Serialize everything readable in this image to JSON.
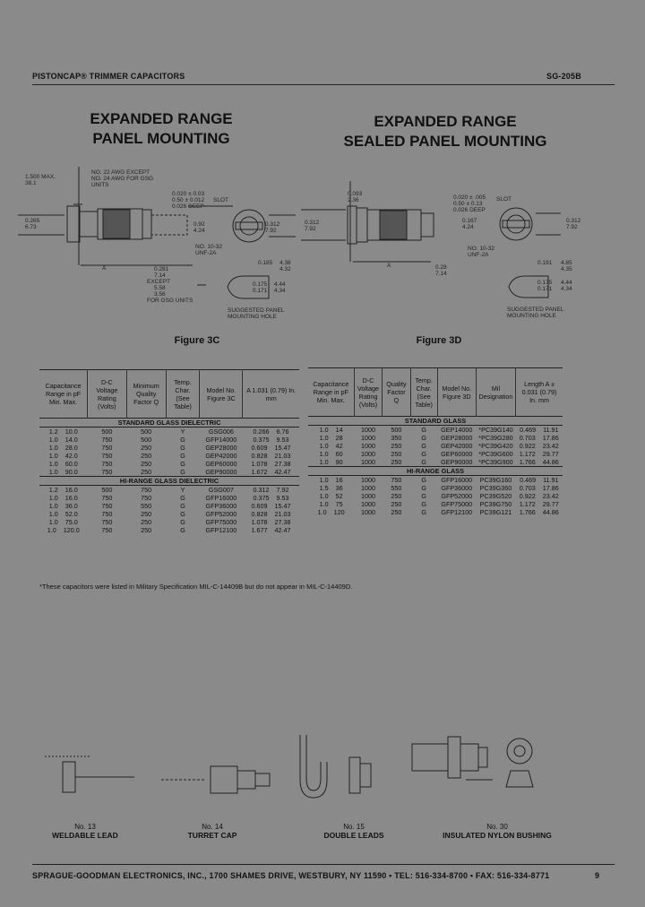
{
  "header": {
    "left": "PISTONCAP® TRIMMER CAPACITORS",
    "right": "SG-205B"
  },
  "left_panel": {
    "title_line1": "EXPANDED RANGE",
    "title_line2": "PANEL MOUNTING",
    "figure": "Figure 3C",
    "dims": [
      "1.500 MAX.",
      "38.1",
      "0.265",
      "6.73",
      "NO. 22 AWG EXCEPT",
      "NO. 24 AWG FOR GSG",
      "UNITS",
      "0.020 ± 0.03",
      "0.50 ± 0.012",
      "0.026 DEEP",
      "SLOT",
      "0.312",
      "7.92",
      "0.92",
      "4.24",
      "NO. 10-32",
      "UNF-2A",
      "A",
      "0.281",
      "7.14",
      "EXCEPT",
      "5.58",
      "3.56",
      "FOR GSG UNITS",
      "0.175",
      "4.44",
      "0.171",
      "4.34",
      "0.185",
      "4.38",
      "4.32",
      "SUGGESTED PANEL",
      "MOUNTING HOLE"
    ]
  },
  "right_panel": {
    "title_line1": "EXPANDED RANGE",
    "title_line2": "SEALED PANEL MOUNTING",
    "figure": "Figure 3D",
    "dims": [
      "0.093",
      "2.36",
      "0.020 ± .005",
      "0.50 ± 0.13",
      "0.026 DEEP",
      "SLOT",
      "0.312",
      "7.92",
      "0.167",
      "4.24",
      "NO. 10-32",
      "UNF-2A",
      "A",
      "0.28",
      "7.14",
      "0.191",
      "4.85",
      "4.35",
      "0.175",
      "4.44",
      "0.171",
      "4.34",
      "SUGGESTED PANEL",
      "MOUNTING HOLE"
    ]
  },
  "table_3c": {
    "headers": [
      "Capacitance Range in pF Min. Max.",
      "D-C Voltage Rating (Volts)",
      "Minimum Quality Factor Q",
      "Temp. Char. (See Table)",
      "Model No. Figure 3C",
      "A 1.031 (0.79) In. mm"
    ],
    "sections": [
      {
        "name": "STANDARD GLASS DIELECTRIC",
        "rows": [
          [
            "1.2",
            "10.0",
            "500",
            "500",
            "Y",
            "GSG006",
            "0.266",
            "6.76"
          ],
          [
            "1.0",
            "14.0",
            "750",
            "500",
            "G",
            "GFP14000",
            "0.375",
            "9.53"
          ],
          [
            "1.0",
            "28.0",
            "750",
            "250",
            "G",
            "GEP28000",
            "0.609",
            "15.47"
          ],
          [
            "1.0",
            "42.0",
            "750",
            "250",
            "G",
            "GEP42000",
            "0.828",
            "21.03"
          ],
          [
            "1.0",
            "60.0",
            "750",
            "250",
            "G",
            "GEP60000",
            "1.078",
            "27.38"
          ],
          [
            "1.0",
            "90.0",
            "750",
            "250",
            "G",
            "GEP90000",
            "1.672",
            "42.47"
          ]
        ]
      },
      {
        "name": "HI-RANGE GLASS DIELECTRIC",
        "rows": [
          [
            "1.2",
            "16.0",
            "500",
            "750",
            "Y",
            "GSG007",
            "0.312",
            "7.92"
          ],
          [
            "1.0",
            "16.0",
            "750",
            "750",
            "G",
            "GFP16000",
            "0.375",
            "9.53"
          ],
          [
            "1.0",
            "36.0",
            "750",
            "550",
            "G",
            "GFP36000",
            "0.609",
            "15.47"
          ],
          [
            "1.0",
            "52.0",
            "750",
            "250",
            "G",
            "GFP52000",
            "0.828",
            "21.03"
          ],
          [
            "1.0",
            "75.0",
            "750",
            "250",
            "G",
            "GFP75000",
            "1.078",
            "27.38"
          ],
          [
            "1.0",
            "120.0",
            "750",
            "250",
            "G",
            "GFP12100",
            "1.677",
            "42.47"
          ]
        ]
      }
    ]
  },
  "table_3d": {
    "headers": [
      "Capacitance Range in pF Min. Max.",
      "D-C Voltage Rating (Volts)",
      "Quality Factor Q",
      "Temp. Char. (See Table)",
      "Model No. Figure 3D",
      "Mil Designation",
      "Length A ± 0.031 (0.79) In. mm"
    ],
    "sections": [
      {
        "name": "STANDARD GLASS",
        "rows": [
          [
            "1.0",
            "14",
            "1000",
            "500",
            "G",
            "GEP14000",
            "*PC39G140",
            "0.469",
            "11.91"
          ],
          [
            "1.0",
            "28",
            "1000",
            "350",
            "G",
            "GEP28000",
            "*PC39G280",
            "0.703",
            "17.86"
          ],
          [
            "1.0",
            "42",
            "1000",
            "250",
            "G",
            "GEP42000",
            "*PC39G420",
            "0.922",
            "23.42"
          ],
          [
            "1.0",
            "60",
            "1000",
            "250",
            "G",
            "GEP60000",
            "*PC39G600",
            "1.172",
            "29.77"
          ],
          [
            "1.0",
            "90",
            "1000",
            "250",
            "G",
            "GEP90000",
            "*PC39G900",
            "1.766",
            "44.86"
          ]
        ]
      },
      {
        "name": "HI-RANGE GLASS",
        "rows": [
          [
            "1.0",
            "16",
            "1000",
            "750",
            "G",
            "GFP16000",
            "PC39G160",
            "0.469",
            "11.91"
          ],
          [
            "1.5",
            "36",
            "1000",
            "550",
            "G",
            "GFP36000",
            "PC39G360",
            "0.703",
            "17.86"
          ],
          [
            "1.0",
            "52",
            "1000",
            "250",
            "G",
            "GFP52000",
            "PC39G520",
            "0.922",
            "23.42"
          ],
          [
            "1.0",
            "75",
            "1000",
            "250",
            "G",
            "GFP75000",
            "PC39G750",
            "1.172",
            "29.77"
          ],
          [
            "1.0",
            "120",
            "1000",
            "250",
            "G",
            "GFP12100",
            "PC39G121",
            "1.766",
            "44.86"
          ]
        ]
      }
    ]
  },
  "footnote": "*These capacitors were listed in Military Specification MIL-C-14409B but do not appear in MIL-C-14409D.",
  "leads": [
    {
      "number": "No. 13",
      "name": "WELDABLE LEAD"
    },
    {
      "number": "No. 14",
      "name": "TURRET CAP"
    },
    {
      "number": "No. 15",
      "name": "DOUBLE LEADS"
    },
    {
      "number": "No. 30",
      "name": "INSULATED NYLON BUSHING"
    }
  ],
  "footer": "SPRAGUE-GOODMAN ELECTRONICS, INC., 1700 SHAMES DRIVE, WESTBURY, NY 11590 • TEL: 516-334-8700 • FAX: 516-334-8771",
  "page_number": "9"
}
